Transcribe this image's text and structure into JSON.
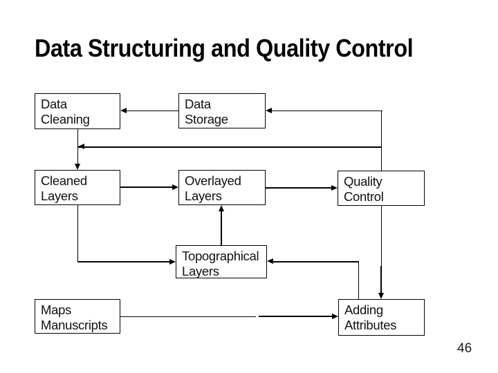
{
  "slide": {
    "title": "Data Structuring and Quality Control",
    "page_number": "46"
  },
  "nodes": {
    "data_cleaning": "Data\nCleaning",
    "data_storage": "Data\nStorage",
    "cleaned_layers": "Cleaned\nLayers",
    "overlayed_layers": "Overlayed\nLayers",
    "quality_control": "Quality\nControl",
    "topographical_layers": "Topographical\nLayers",
    "maps_manuscripts": "Maps\nManuscripts",
    "adding_attributes": "Adding\nAttributes"
  },
  "edges": [
    {
      "from": "Data Storage",
      "to": "Data Cleaning",
      "style": "thin-arrow-left"
    },
    {
      "from": "right-bus-line",
      "to": "Data Storage",
      "style": "thin-arrow-left"
    },
    {
      "from": "right-bus-line",
      "to": "Data Cleaning / Cleaned Layers junction",
      "style": "thick-arrow-left"
    },
    {
      "from": "Data Cleaning",
      "to": "Cleaned Layers",
      "style": "thin-arrow-down"
    },
    {
      "from": "Cleaned Layers",
      "to": "Overlayed Layers",
      "style": "thick-arrow-right"
    },
    {
      "from": "Overlayed Layers",
      "to": "Quality Control",
      "style": "thick-arrow-right"
    },
    {
      "from": "Topographical Layers",
      "to": "Overlayed Layers",
      "style": "thick-arrow-up"
    },
    {
      "from": "Cleaned Layers",
      "to": "Topographical Layers",
      "style": "elbow-arrow-right"
    },
    {
      "from": "Adding Attributes",
      "to": "Topographical Layers",
      "style": "elbow-arrow-left"
    },
    {
      "from": "Quality Control",
      "to": "Adding Attributes",
      "style": "arrow-down"
    },
    {
      "from": "Maps Manuscripts",
      "to": "Adding Attributes",
      "style": "arrow-right"
    }
  ],
  "colors": {
    "background": "#ffffff",
    "box_border": "#000000",
    "box_fill": "#ffffff",
    "text": "#111111",
    "line": "#000000"
  }
}
